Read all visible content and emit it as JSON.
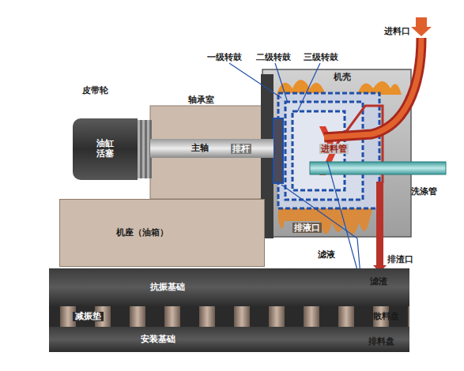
{
  "diagram": {
    "nodes": [
      {
        "text": [
          "油缸 活塞"
        ]
      },
      {
        "text": [
          "主轴"
        ]
      },
      {
        "text": [
          "机座（油箱）"
        ]
      },
      {
        "text": [
          "抗振基础"
        ]
      },
      {
        "text": [
          "减振垫"
        ]
      },
      {
        "text": [
          "安装基础"
        ]
      }
    ],
    "labels": [
      "一级转鼓",
      "二级转鼓",
      "三级转鼓",
      "进料口",
      "机壳",
      "皮带轮",
      "轴承室",
      "排杆",
      "进料管",
      "洗涤管",
      "排液口",
      "滤液",
      "排渣口",
      "滤渣",
      "散料盘",
      "排料盘"
    ]
  }
}
